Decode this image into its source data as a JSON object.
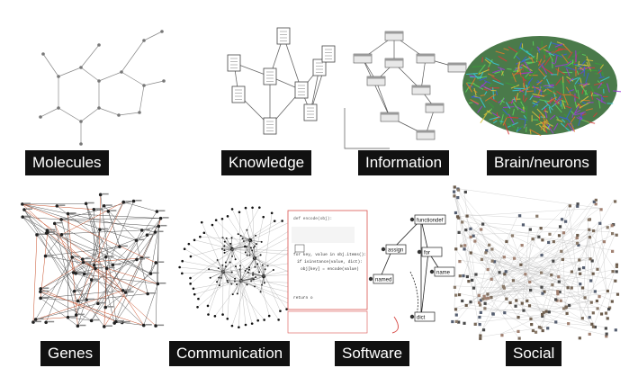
{
  "panels": [
    {
      "id": "molecules",
      "label": "Molecules"
    },
    {
      "id": "knowledge",
      "label": "Knowledge"
    },
    {
      "id": "information",
      "label": "Information"
    },
    {
      "id": "brain",
      "label": "Brain/neurons"
    },
    {
      "id": "genes",
      "label": "Genes"
    },
    {
      "id": "communication",
      "label": "Communication"
    },
    {
      "id": "software",
      "label": "Software"
    },
    {
      "id": "social",
      "label": "Social"
    }
  ],
  "software_code": {
    "line1": "def encode(obj):",
    "line2": "for key, value in obj.items():",
    "line3": "if isinstance(value, dict):",
    "line4": "obj[key] = encode(value)",
    "line5": "return o",
    "tree_root": "functiondef",
    "tree_assign": "assign",
    "tree_for": "for",
    "tree_name": "name",
    "tree_named": "named",
    "tree_dict": "dict"
  },
  "colors": {
    "label_bg": "#111111",
    "label_text": "#ffffff",
    "code_border": "#d9534f",
    "gene_edge": "#c8502a"
  }
}
